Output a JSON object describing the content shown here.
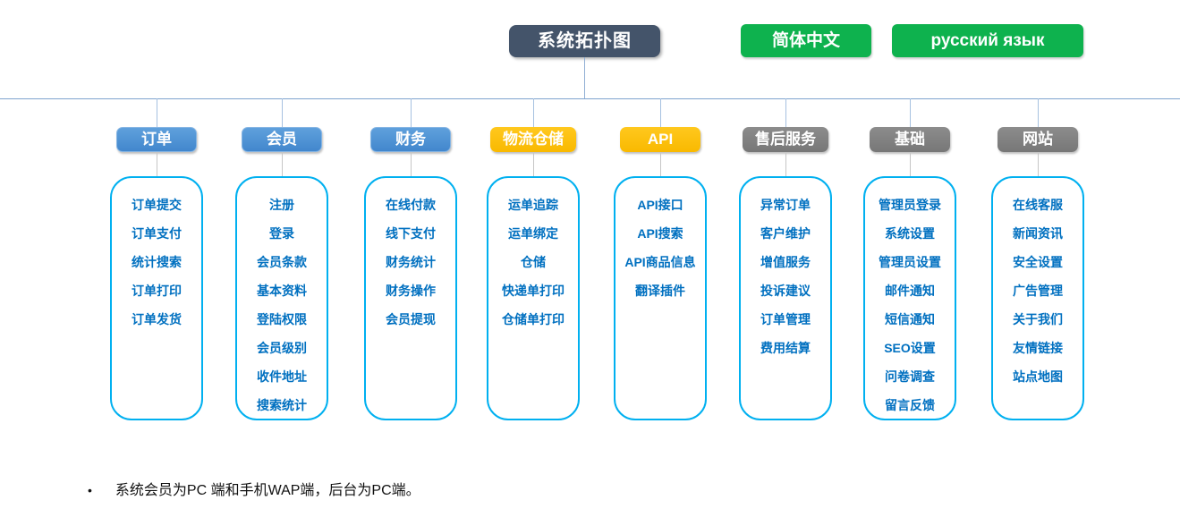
{
  "title": {
    "label": "系统拓扑图"
  },
  "language_buttons": [
    {
      "label": "简体中文"
    },
    {
      "label": "русский язык"
    }
  ],
  "colors": {
    "title_box": "#44546A",
    "language_button": "#0EB24E",
    "header_blue": "#4E95D9",
    "header_yellow": "#FFC000",
    "header_gray": "#7F7F7F",
    "box_border": "#00B0F0",
    "item_text": "#0070C0",
    "connector_blue": "#7FA3CE",
    "connector_gray": "#C6C6C6"
  },
  "columns": [
    {
      "header": "订单",
      "color": "blue",
      "items": [
        "订单提交",
        "订单支付",
        "统计搜索",
        "订单打印",
        "订单发货"
      ]
    },
    {
      "header": "会员",
      "color": "blue",
      "items": [
        "注册",
        "登录",
        "会员条款",
        "基本资料",
        "登陆权限",
        "会员级别",
        "收件地址",
        "搜索统计"
      ]
    },
    {
      "header": "财务",
      "color": "blue",
      "items": [
        "在线付款",
        "线下支付",
        "财务统计",
        "财务操作",
        "会员提现"
      ]
    },
    {
      "header": "物流仓储",
      "color": "yellow",
      "items": [
        "运单追踪",
        "运单绑定",
        "仓储",
        "快递单打印",
        "仓储单打印"
      ]
    },
    {
      "header": "API",
      "color": "yellow",
      "items": [
        "API接口",
        "API搜索",
        "API商品信息",
        "翻译插件"
      ]
    },
    {
      "header": "售后服务",
      "color": "gray",
      "items": [
        "异常订单",
        "客户维护",
        "增值服务",
        "投诉建议",
        "订单管理",
        "费用结算"
      ]
    },
    {
      "header": "基础",
      "color": "gray",
      "items": [
        "管理员登录",
        "系统设置",
        "管理员设置",
        "邮件通知",
        "短信通知",
        "SEO设置",
        "问卷调查",
        "留言反馈"
      ]
    },
    {
      "header": "网站",
      "color": "gray",
      "items": [
        "在线客服",
        "新闻资讯",
        "安全设置",
        "广告管理",
        "关于我们",
        "友情链接",
        "站点地图"
      ]
    }
  ],
  "footnote": {
    "bullet": "•",
    "text": "系统会员为PC 端和手机WAP端，后台为PC端。"
  }
}
